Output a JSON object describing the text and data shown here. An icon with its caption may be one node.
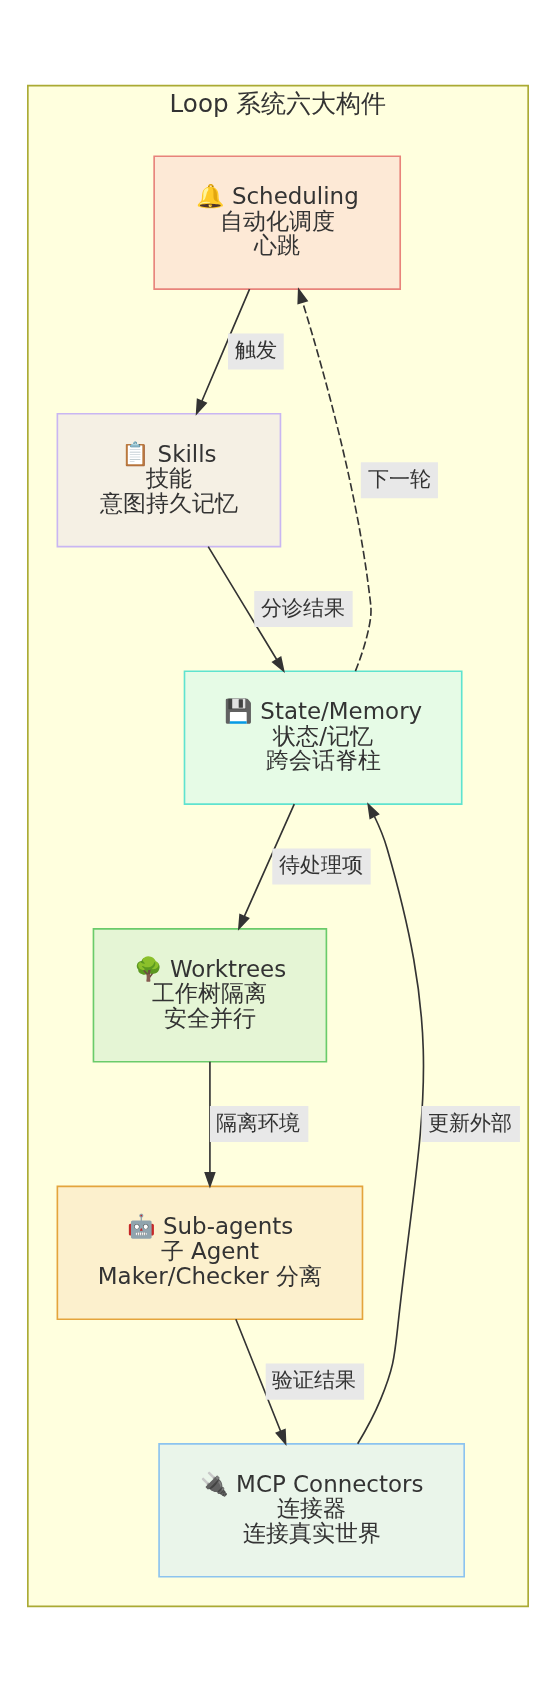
{
  "diagram": {
    "nodes": [
      {
        "text": [
          "Loop 系统六大构件"
        ]
      },
      {
        "text": [
          "🔔 Scheduling",
          "自动化调度",
          "心跳"
        ],
        "in": 0
      },
      {
        "text": [
          "📋 Skills",
          "技能",
          "意图持久记忆"
        ],
        "in": 0
      },
      {
        "text": [
          "💾 State/Memory",
          "状态/记忆",
          "跨会话脊柱"
        ],
        "in": 0
      },
      {
        "text": [
          "🌳 Worktrees",
          "工作树隔离",
          "安全并行"
        ],
        "in": 0
      },
      {
        "text": [
          "🤖 Sub-agents",
          "子 Agent",
          "Maker/Checker 分离"
        ],
        "in": 0
      },
      {
        "text": [
          "🔌 MCP Connectors",
          "连接器",
          "连接真实世界"
        ],
        "in": 0
      }
    ],
    "edges": [
      {
        "from": 1,
        "to": 2,
        "arrow": "to",
        "label": "触发"
      },
      {
        "from": 2,
        "to": 3,
        "arrow": "to",
        "label": "分诊结果"
      },
      {
        "from": 3,
        "to": 4,
        "arrow": "to",
        "label": "待处理项"
      },
      {
        "from": 4,
        "to": 5,
        "arrow": "to",
        "label": "隔离环境"
      },
      {
        "from": 5,
        "to": 6,
        "arrow": "to",
        "label": "验证结果"
      },
      {
        "from": 6,
        "to": 3,
        "arrow": "to",
        "label": "更新外部"
      },
      {
        "from": 3,
        "to": 1,
        "arrow": "to",
        "label": "下一轮",
        "style": "dashed"
      }
    ]
  }
}
